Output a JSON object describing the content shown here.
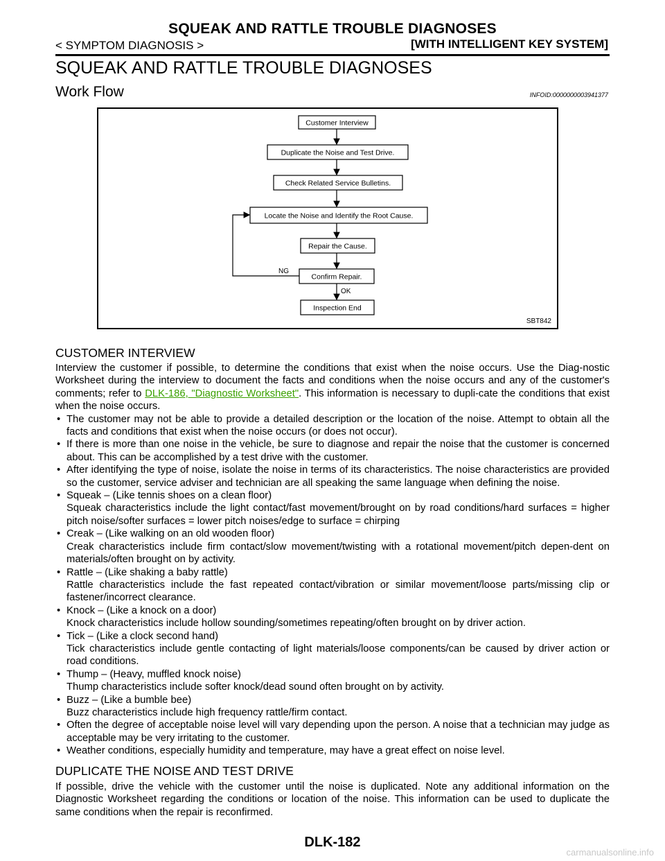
{
  "header": {
    "top_title": "SQUEAK AND RATTLE TROUBLE DIAGNOSES",
    "left_path": "< SYMPTOM DIAGNOSIS >",
    "right_system": "[WITH INTELLIGENT KEY SYSTEM]"
  },
  "section_title": "SQUEAK AND RATTLE TROUBLE DIAGNOSES",
  "work_flow": {
    "title": "Work Flow",
    "info_id": "INFOID:0000000003941377"
  },
  "flowchart": {
    "boxes": [
      "Customer Interview",
      "Duplicate the Noise and Test Drive.",
      "Check Related Service Bulletins.",
      "Locate the Noise and Identify the Root Cause.",
      "Repair the Cause.",
      "Confirm Repair.",
      "Inspection End"
    ],
    "ng_label": "NG",
    "ok_label": "OK",
    "figure_code": "SBT842"
  },
  "customer_interview": {
    "heading": "CUSTOMER INTERVIEW",
    "intro_before_link": "Interview the customer if possible, to determine the conditions that exist when the noise occurs. Use the Diag-nostic Worksheet during the interview to document the facts and conditions when the noise occurs and any of the customer's comments; refer to ",
    "link_text": "DLK-186, \"Diagnostic Worksheet\"",
    "intro_after_link": ". This information is necessary to dupli-cate the conditions that exist when the noise occurs.",
    "bullets": [
      {
        "text": "The customer may not be able to provide a detailed description or the location of the noise. Attempt to obtain all the facts and conditions that exist when the noise occurs (or does not occur).",
        "desc": ""
      },
      {
        "text": "If there is more than one noise in the vehicle, be sure to diagnose and repair the noise that the customer is concerned about. This can be accomplished by a test drive with the customer.",
        "desc": ""
      },
      {
        "text": "After identifying the type of noise, isolate the noise in terms of its characteristics. The noise characteristics are provided so the customer, service adviser and technician are all speaking the same language when defining the noise.",
        "desc": ""
      },
      {
        "text": "Squeak – (Like tennis shoes on a clean floor)",
        "desc": "Squeak characteristics include the light contact/fast movement/brought on by road conditions/hard surfaces = higher pitch noise/softer surfaces = lower pitch noises/edge to surface = chirping"
      },
      {
        "text": "Creak – (Like walking on an old wooden floor)",
        "desc": "Creak characteristics include firm contact/slow movement/twisting with a rotational movement/pitch depen-dent on materials/often brought on by activity."
      },
      {
        "text": "Rattle – (Like shaking a baby rattle)",
        "desc": "Rattle characteristics include the fast repeated contact/vibration or similar movement/loose parts/missing clip or fastener/incorrect clearance."
      },
      {
        "text": "Knock – (Like a knock on a door)",
        "desc": "Knock characteristics include hollow sounding/sometimes repeating/often brought on by driver action."
      },
      {
        "text": "Tick – (Like a clock second hand)",
        "desc": "Tick characteristics include gentle contacting of light materials/loose components/can be caused by driver action or road conditions."
      },
      {
        "text": "Thump – (Heavy, muffled knock noise)",
        "desc": "Thump characteristics include softer knock/dead sound often brought on by activity."
      },
      {
        "text": "Buzz – (Like a bumble bee)",
        "desc": "Buzz characteristics include high frequency rattle/firm contact."
      },
      {
        "text": "Often the degree of acceptable noise level will vary depending upon the person. A noise that a technician may judge as acceptable may be very irritating to the customer.",
        "desc": ""
      },
      {
        "text": "Weather conditions, especially humidity and temperature, may have a great effect on noise level.",
        "desc": ""
      }
    ]
  },
  "duplicate_noise": {
    "heading": "DUPLICATE THE NOISE AND TEST DRIVE",
    "text": "If possible, drive the vehicle with the customer until the noise is duplicated. Note any additional information on the Diagnostic Worksheet regarding the conditions or location of the noise. This information can be used to duplicate the same conditions when the repair is reconfirmed."
  },
  "footer": {
    "page_number": "DLK-182",
    "watermark": "carmanualsonline.info"
  }
}
